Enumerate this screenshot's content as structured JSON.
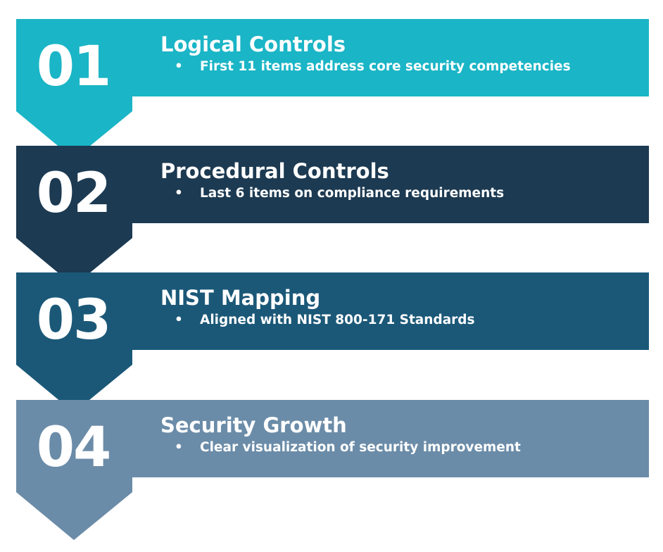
{
  "steps": [
    {
      "number": "01",
      "title": "Logical Controls",
      "bullet": "First 11 items address core security competencies",
      "color": "#1AB5C6"
    },
    {
      "number": "02",
      "title": "Procedural Controls",
      "bullet": "Last 6 items on compliance requirements",
      "color": "#1C3A52"
    },
    {
      "number": "03",
      "title": "NIST Mapping",
      "bullet": "Aligned with NIST 800-171 Standards",
      "color": "#1B5878"
    },
    {
      "number": "04",
      "title": "Security Growth",
      "bullet": "Clear visualization of security improvement",
      "color": "#6B8CA8"
    }
  ],
  "bullet_glyph": "•",
  "background_color": "#FFFFFF"
}
